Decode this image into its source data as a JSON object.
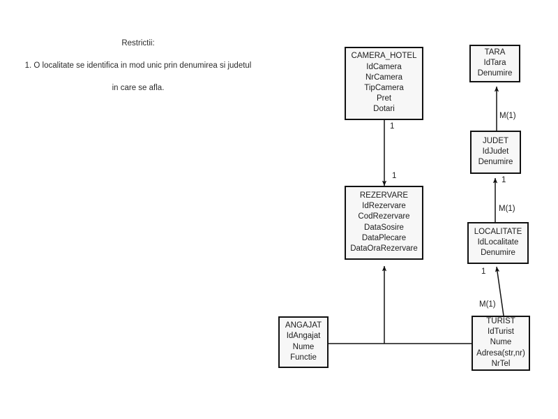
{
  "diagram": {
    "title_note": {
      "line1": "Restrictii:",
      "line2": "1. O localitate se identifica in mod unic prin denumirea si judetul",
      "line3": "in care se afla."
    },
    "entities": [
      {
        "id": "camera_hotel",
        "name": "CAMERA_HOTEL",
        "attributes": [
          "IdCamera",
          "NrCamera",
          "TipCamera",
          "Pret",
          "Dotari"
        ]
      },
      {
        "id": "rezervare",
        "name": "REZERVARE",
        "attributes": [
          "IdRezervare",
          "CodRezervare",
          "DataSosire",
          "DataPlecare",
          "DataOraRezervare"
        ]
      },
      {
        "id": "tara",
        "name": "TARA",
        "attributes": [
          "IdTara",
          "Denumire"
        ]
      },
      {
        "id": "judet",
        "name": "JUDET",
        "attributes": [
          "IdJudet",
          "Denumire"
        ]
      },
      {
        "id": "localitate",
        "name": "LOCALITATE",
        "attributes": [
          "IdLocalitate",
          "Denumire"
        ]
      },
      {
        "id": "turist",
        "name": "TURIST",
        "attributes": [
          "IdTurist",
          "Nume",
          "Adresa(str,nr)",
          "NrTel"
        ]
      },
      {
        "id": "angajat",
        "name": "ANGAJAT",
        "attributes": [
          "IdAngajat",
          "Nume",
          "Functie"
        ]
      }
    ],
    "cardinalities": [
      {
        "id": "camera-to-rezervare-source",
        "label": "1"
      },
      {
        "id": "camera-to-rezervare-target",
        "label": "1"
      },
      {
        "id": "judet-to-tara",
        "label": "M(1)"
      },
      {
        "id": "judet-bottom",
        "label": "1"
      },
      {
        "id": "localitate-to-judet",
        "label": "M(1)"
      },
      {
        "id": "localitate-bottom",
        "label": "1"
      },
      {
        "id": "turist-to-localitate",
        "label": "M(1)"
      }
    ],
    "colors": {
      "box_fill": "#f7f7f7",
      "box_border": "#111111",
      "edge": "#1a1a1a",
      "text": "#1c1c1c",
      "background": "#ffffff"
    }
  }
}
